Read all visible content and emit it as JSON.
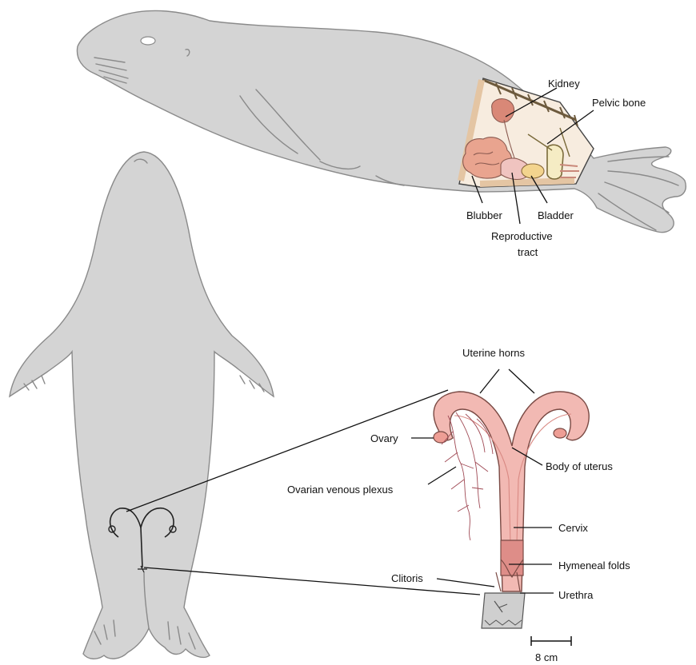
{
  "labels": {
    "kidney": "Kidney",
    "pelvic_bone": "Pelvic bone",
    "blubber": "Blubber",
    "bladder": "Bladder",
    "reproductive_tract_1": "Reproductive",
    "reproductive_tract_2": "tract",
    "uterine_horns": "Uterine horns",
    "ovary": "Ovary",
    "body_of_uterus": "Body of uterus",
    "ovarian_venous_plexus": "Ovarian venous plexus",
    "cervix": "Cervix",
    "hymeneal_folds": "Hymeneal folds",
    "clitoris": "Clitoris",
    "urethra": "Urethra"
  },
  "scale_bar": {
    "label": "8 cm"
  },
  "colors": {
    "seal_body": "#d4d4d4",
    "seal_outline": "#8a8a8a",
    "uterus_fill": "#f2b9b3",
    "kidney": "#d98877",
    "blubber": "#f5e6d8",
    "bladder": "#f3e9b8"
  }
}
